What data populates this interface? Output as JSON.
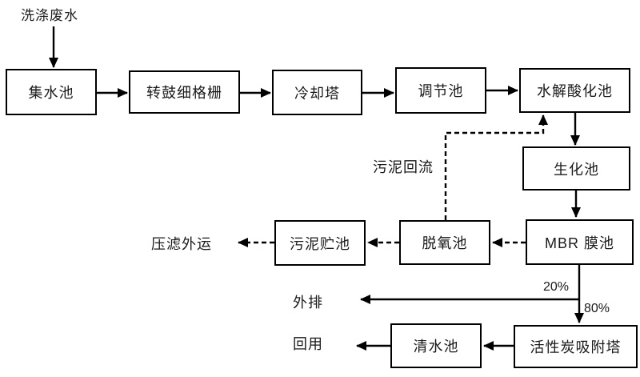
{
  "nodes": [
    {
      "label": "集水池"
    },
    {
      "label": "转鼓细格栅"
    },
    {
      "label": "冷却塔"
    },
    {
      "label": "调节池"
    },
    {
      "label": "水解酸化池"
    },
    {
      "label": "生化池"
    },
    {
      "label": "MBR 膜池"
    },
    {
      "label": "脱氧池"
    },
    {
      "label": "污泥贮池"
    },
    {
      "label": "清水池"
    },
    {
      "label": "活性炭吸附塔"
    }
  ],
  "labels": {
    "influent": "洗涤废水",
    "sludge_return": "污泥回流",
    "filter_press_out": "压滤外运",
    "discharge": "外排",
    "pct20": "20%",
    "pct80": "80%",
    "reuse": "回用"
  },
  "edges": [
    {
      "from": "洗涤废水",
      "to": "集水池",
      "style": "solid"
    },
    {
      "from": "集水池",
      "to": "转鼓细格栅",
      "style": "solid"
    },
    {
      "from": "转鼓细格栅",
      "to": "冷却塔",
      "style": "solid"
    },
    {
      "from": "冷却塔",
      "to": "调节池",
      "style": "solid"
    },
    {
      "from": "调节池",
      "to": "水解酸化池",
      "style": "solid"
    },
    {
      "from": "水解酸化池",
      "to": "生化池",
      "style": "solid"
    },
    {
      "from": "生化池",
      "to": "MBR 膜池",
      "style": "solid"
    },
    {
      "from": "MBR 膜池",
      "to": "外排",
      "style": "solid",
      "label": "20%"
    },
    {
      "from": "MBR 膜池",
      "to": "活性炭吸附塔",
      "style": "solid",
      "label": "80%"
    },
    {
      "from": "活性炭吸附塔",
      "to": "清水池",
      "style": "solid"
    },
    {
      "from": "清水池",
      "to": "回用",
      "style": "solid"
    },
    {
      "from": "MBR 膜池",
      "to": "脱氧池",
      "style": "dashed"
    },
    {
      "from": "脱氧池",
      "to": "污泥贮池",
      "style": "dashed"
    },
    {
      "from": "污泥贮池",
      "to": "压滤外运",
      "style": "dashed"
    },
    {
      "from": "脱氧池",
      "to": "水解酸化池",
      "style": "dashed",
      "label": "污泥回流"
    }
  ],
  "colors": {
    "line": "#000000",
    "text": "#1a1a1a",
    "background": "#ffffff"
  }
}
